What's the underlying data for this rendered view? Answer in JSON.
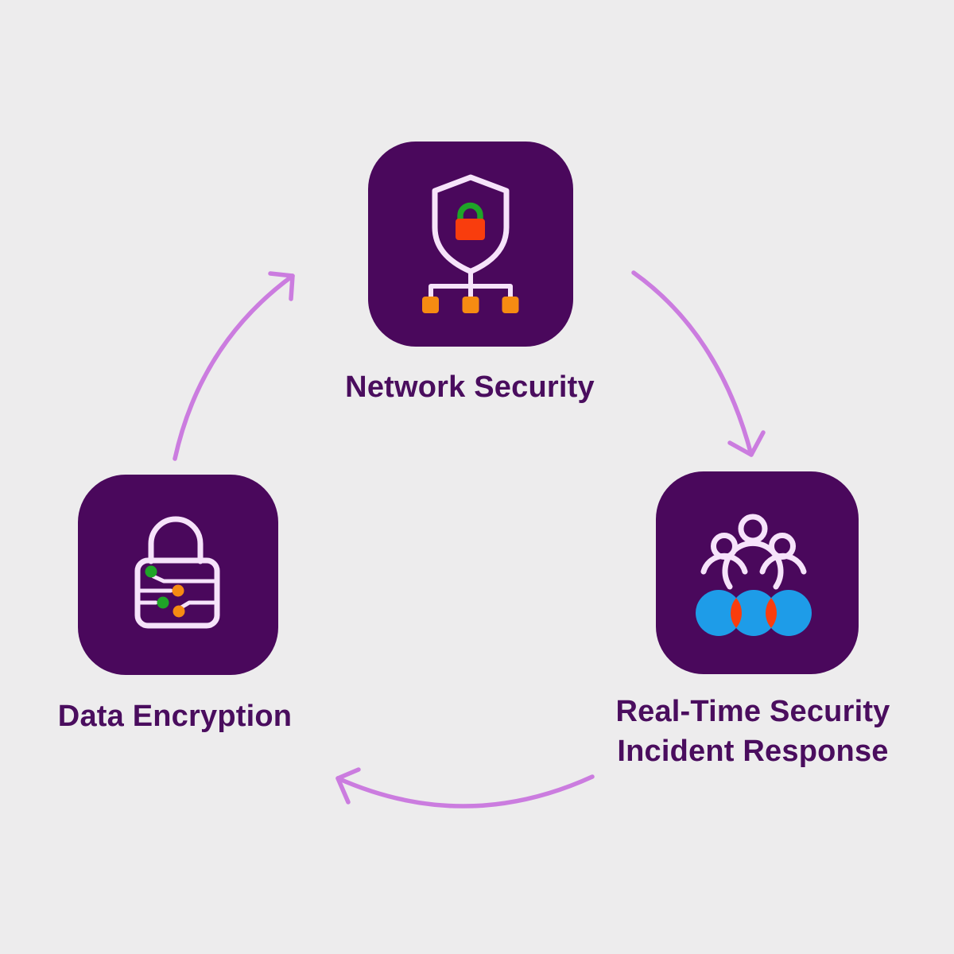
{
  "diagram": {
    "type": "cycle",
    "nodes": [
      {
        "id": "network-security",
        "label": "Network Security",
        "lines": [
          "Network Security"
        ],
        "icon": "shield-lock-network-icon",
        "position": "top"
      },
      {
        "id": "incident-response",
        "label": "Real-Time Security Incident Response",
        "lines": [
          "Real-Time Security",
          "Incident Response"
        ],
        "icon": "team-collaboration-icon",
        "position": "right"
      },
      {
        "id": "data-encryption",
        "label": "Data Encryption",
        "lines": [
          "Data Encryption"
        ],
        "icon": "encrypted-padlock-icon",
        "position": "left"
      }
    ],
    "edges": [
      {
        "from": "network-security",
        "to": "incident-response"
      },
      {
        "from": "incident-response",
        "to": "data-encryption"
      },
      {
        "from": "data-encryption",
        "to": "network-security"
      }
    ]
  },
  "colors": {
    "background": "#EDECED",
    "card_purple": "#4A085C",
    "label_text": "#4A0D5E",
    "arrow": "#CB7CDF",
    "icon_light": "#F6E3FA",
    "green": "#1FA428",
    "red_orange": "#F93D0D",
    "orange": "#F68B12",
    "blue": "#1E9CE8"
  }
}
